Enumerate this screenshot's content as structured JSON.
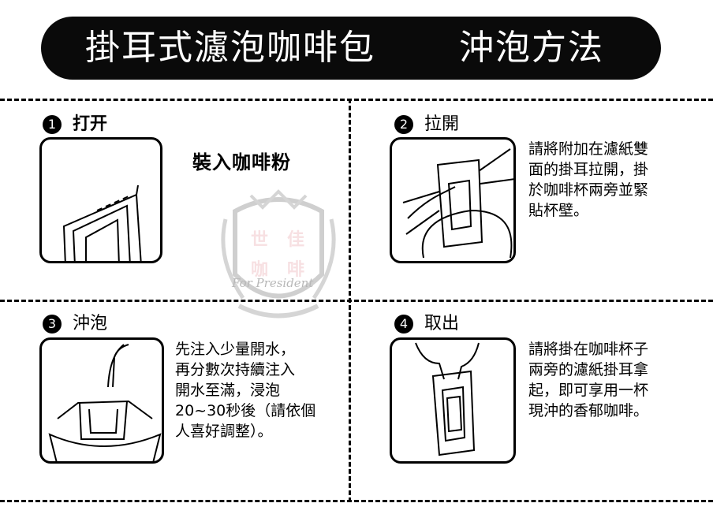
{
  "header": {
    "title": "掛耳式濾泡咖啡包",
    "subtitle": "沖泡方法"
  },
  "steps": [
    {
      "number": "1",
      "title": "打开",
      "callout": "裝入咖啡粉",
      "description": ""
    },
    {
      "number": "2",
      "title": "拉開",
      "description": "請將附加在濾紙雙\n面的掛耳拉開，掛\n於咖啡杯兩旁並緊\n貼杯壁。"
    },
    {
      "number": "3",
      "title": "沖泡",
      "description": "先注入少量開水，\n再分數次持續注入\n開水至滿，浸泡\n20~30秒後（請依個\n人喜好調整）。"
    },
    {
      "number": "4",
      "title": "取出",
      "description": "請將掛在咖啡杯子\n兩旁的濾紙掛耳拿\n起，即可享用一杯\n現沖的香郁咖啡。"
    }
  ],
  "watermark": {
    "chars": [
      "世",
      "佳",
      "咖",
      "啡"
    ],
    "script": "For President"
  }
}
